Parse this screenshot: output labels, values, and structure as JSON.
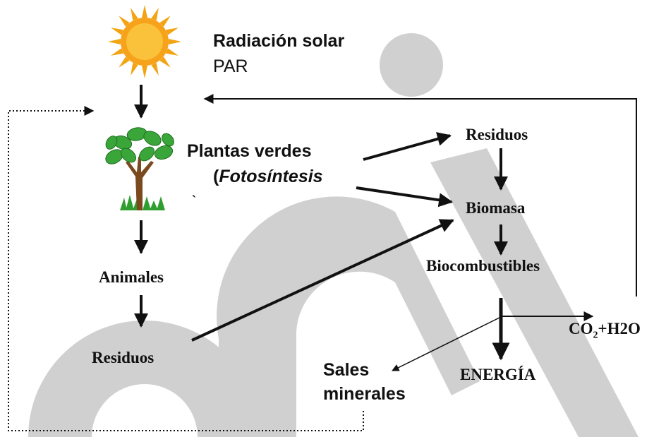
{
  "labels": {
    "solar_title": "Radiación solar",
    "solar_sub": "PAR",
    "plants": "Plantas verdes",
    "plants_paren": "(",
    "plants_process": "Fotosíntesis",
    "tick": "`",
    "residuos_right": "Residuos",
    "biomasa": "Biomasa",
    "biocombustibles": "Biocombustibles",
    "animales": "Animales",
    "residuos_left": "Residuos",
    "sales_line1": "Sales",
    "sales_line2": "minerales",
    "energia": "ENERGÍA",
    "co2_prefix": "CO",
    "co2_sub": "2",
    "co2_suffix": "+H2O"
  },
  "icons": {
    "sun": "sun-icon",
    "tree": "tree-icon"
  },
  "colors": {
    "watermark": "#d0d0d0",
    "arrow": "#111111",
    "sun_core": "#f7a21b",
    "sun_rays": "#f2a413",
    "leaf": "#3aa63a",
    "trunk": "#7a4a1e",
    "grass": "#2f9e2f"
  }
}
